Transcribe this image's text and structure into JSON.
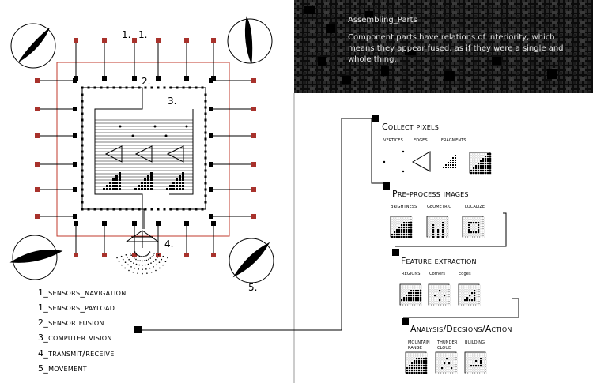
{
  "panel": {
    "title": "Assembling_Parts",
    "description": "Component parts have relations of interiority, which means they appear fused, as if they were a single and whole thing."
  },
  "diagram_labels": {
    "label_1a": "1.",
    "label_1b": "1.",
    "label_2": "2.",
    "label_3": "3.",
    "label_4": "4.",
    "label_5": "5."
  },
  "legend": [
    "1_sensors_navigation",
    "1_sensors_payload",
    "2_sensor fusion",
    "3_computer vision",
    "4_transmit/receive",
    "5_movement"
  ],
  "pipeline": {
    "collect": {
      "title": "Collect pixels",
      "subs": [
        "VERTICES",
        "EDGES",
        "FRAGMENTS"
      ]
    },
    "preprocess": {
      "title": "Pre-process images",
      "subs": [
        "BRIGHTNESS",
        "GEOMETRIC",
        "LOCALIZE"
      ]
    },
    "feature": {
      "title": "Feature extraction",
      "subs": [
        "REGIONS",
        "Corners",
        "Edges"
      ]
    },
    "analysis": {
      "title": "Analysis/Decsions/Action",
      "subs": [
        "MOUNTAIN",
        "RANGE",
        "THUNDER",
        "CLOUD",
        "BUILDING"
      ]
    }
  },
  "colors": {
    "sensor_red": "#a8322c",
    "frame_red": "#c0392b",
    "ink": "#000000",
    "panel_bg": "#0b0b0b",
    "panel_text": "#e8e8e8",
    "divider": "#9a9a9a"
  }
}
